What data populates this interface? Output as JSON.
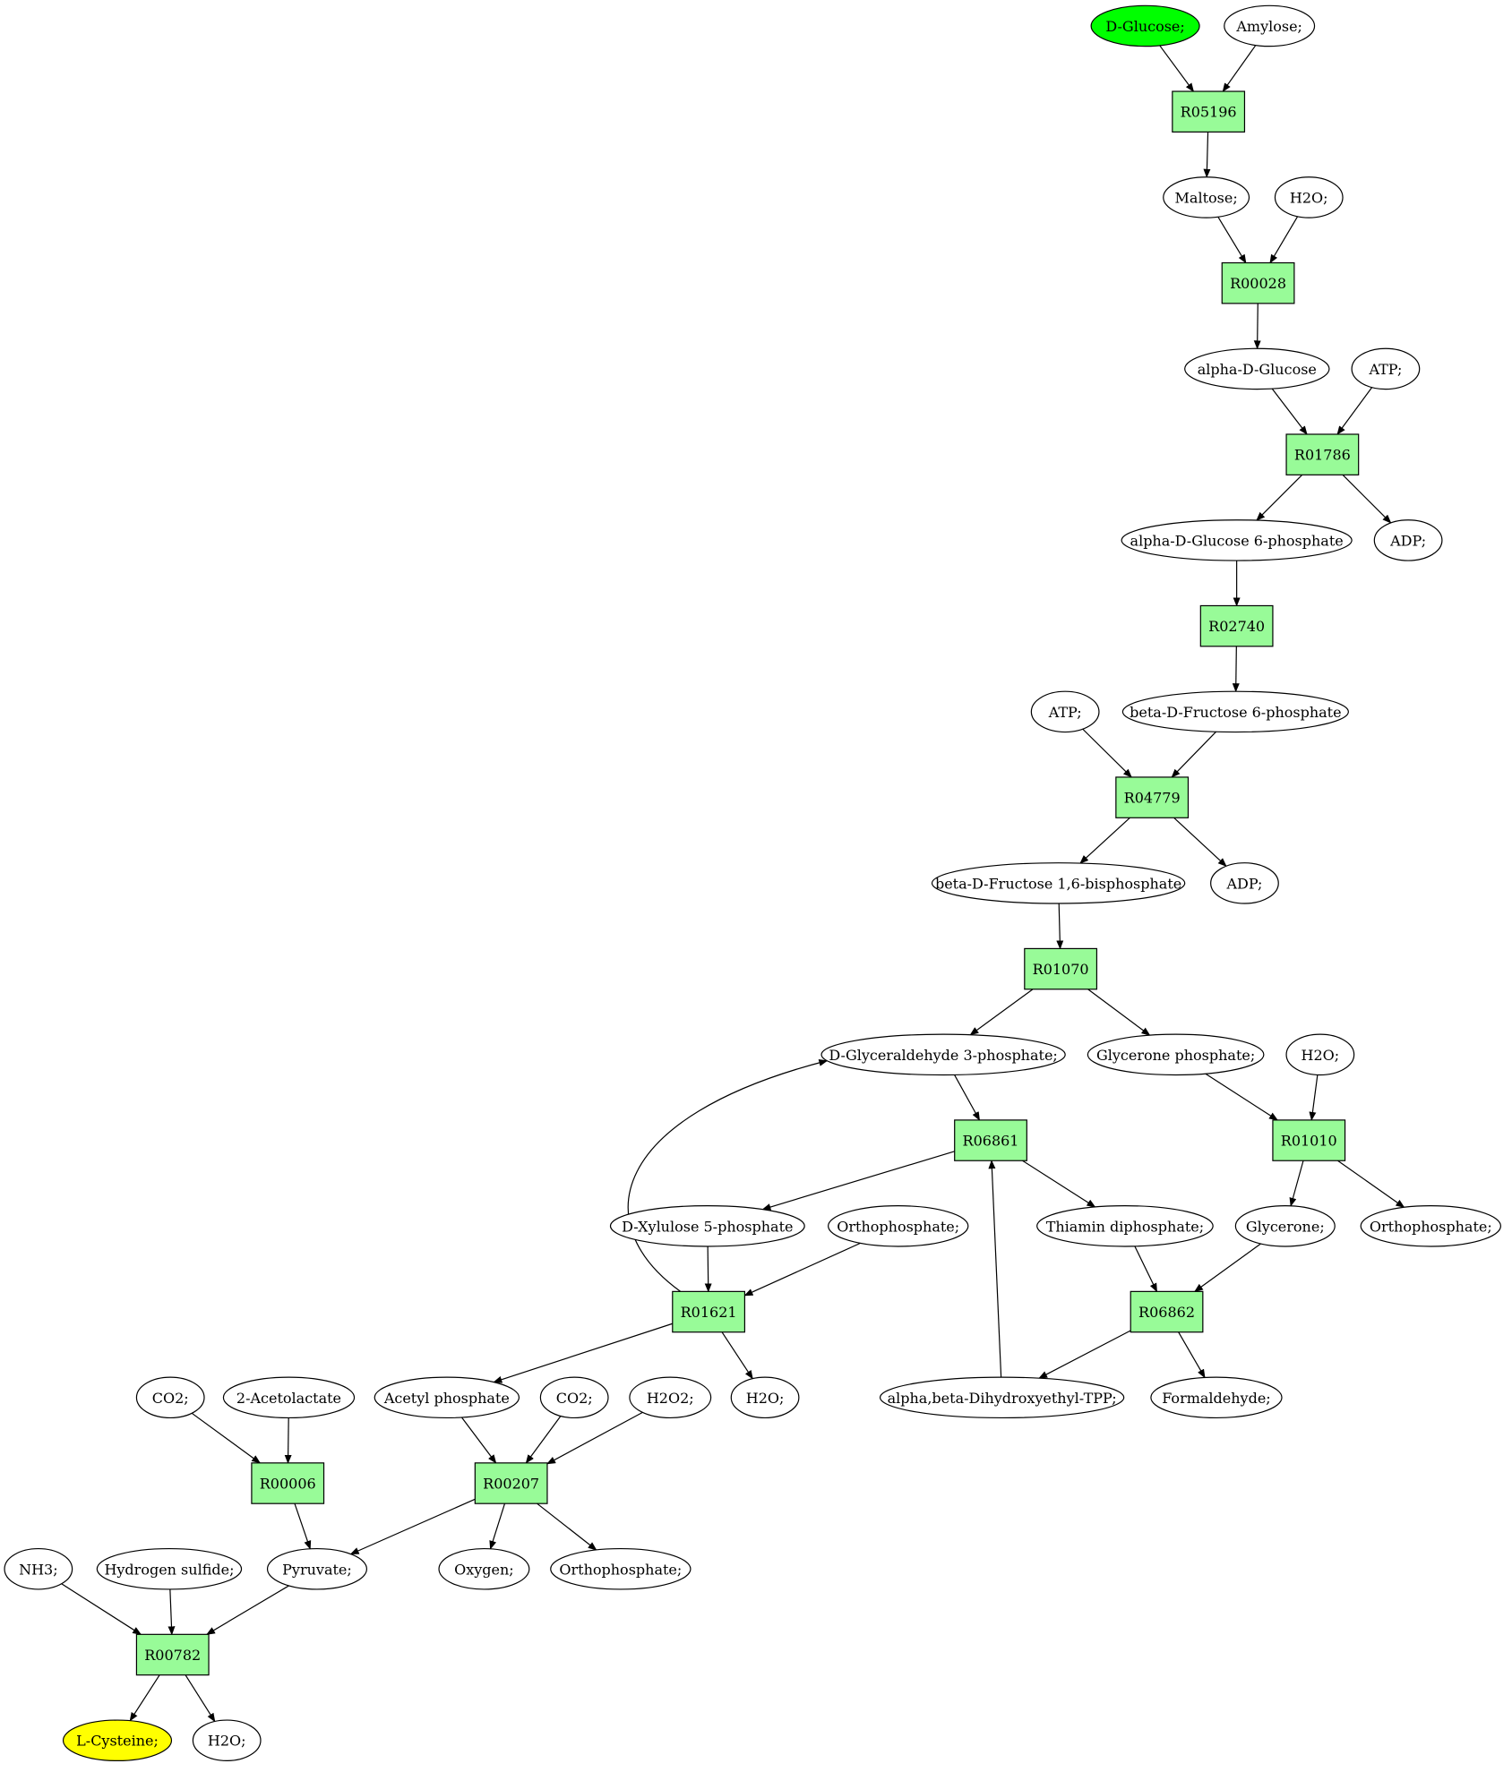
{
  "colors": {
    "reaction_fill": "#98fb98",
    "default_node_fill": "#ffffff",
    "start_node_fill": "#00ff00",
    "end_node_fill": "#ffff00",
    "line": "#000000"
  },
  "nodes": [
    {
      "id": "dglucose",
      "label": "D-Glucose;",
      "kind": "compound",
      "role": "start"
    },
    {
      "id": "amylose",
      "label": "Amylose;",
      "kind": "compound"
    },
    {
      "id": "R05196",
      "label": "R05196",
      "kind": "reaction"
    },
    {
      "id": "maltose",
      "label": "Maltose;",
      "kind": "compound"
    },
    {
      "id": "h2o_1",
      "label": "H2O;",
      "kind": "compound"
    },
    {
      "id": "R00028",
      "label": "R00028",
      "kind": "reaction"
    },
    {
      "id": "adglucose",
      "label": "alpha-D-Glucose",
      "kind": "compound"
    },
    {
      "id": "atp_1",
      "label": "ATP;",
      "kind": "compound"
    },
    {
      "id": "R01786",
      "label": "R01786",
      "kind": "reaction"
    },
    {
      "id": "ag6p",
      "label": "alpha-D-Glucose 6-phosphate",
      "kind": "compound"
    },
    {
      "id": "adp_1",
      "label": "ADP;",
      "kind": "compound"
    },
    {
      "id": "R02740",
      "label": "R02740",
      "kind": "reaction"
    },
    {
      "id": "atp_2",
      "label": "ATP;",
      "kind": "compound"
    },
    {
      "id": "bf6p",
      "label": "beta-D-Fructose 6-phosphate",
      "kind": "compound"
    },
    {
      "id": "R04779",
      "label": "R04779",
      "kind": "reaction"
    },
    {
      "id": "bf16bp",
      "label": "beta-D-Fructose 1,6-bisphosphate",
      "kind": "compound"
    },
    {
      "id": "adp_2",
      "label": "ADP;",
      "kind": "compound"
    },
    {
      "id": "R01070",
      "label": "R01070",
      "kind": "reaction"
    },
    {
      "id": "g3p",
      "label": "D-Glyceraldehyde 3-phosphate;",
      "kind": "compound"
    },
    {
      "id": "dhap",
      "label": "Glycerone phosphate;",
      "kind": "compound"
    },
    {
      "id": "h2o_2",
      "label": "H2O;",
      "kind": "compound"
    },
    {
      "id": "R06861",
      "label": "R06861",
      "kind": "reaction"
    },
    {
      "id": "R01010",
      "label": "R01010",
      "kind": "reaction"
    },
    {
      "id": "x5p",
      "label": "D-Xylulose 5-phosphate",
      "kind": "compound"
    },
    {
      "id": "pi_1",
      "label": "Orthophosphate;",
      "kind": "compound"
    },
    {
      "id": "tpp",
      "label": "Thiamin diphosphate;",
      "kind": "compound"
    },
    {
      "id": "glycerone",
      "label": "Glycerone;",
      "kind": "compound"
    },
    {
      "id": "pi_2",
      "label": "Orthophosphate;",
      "kind": "compound"
    },
    {
      "id": "R01621",
      "label": "R01621",
      "kind": "reaction"
    },
    {
      "id": "R06862",
      "label": "R06862",
      "kind": "reaction"
    },
    {
      "id": "co2_1",
      "label": "CO2;",
      "kind": "compound"
    },
    {
      "id": "acetolactate",
      "label": "2-Acetolactate",
      "kind": "compound"
    },
    {
      "id": "acetylp",
      "label": "Acetyl phosphate",
      "kind": "compound"
    },
    {
      "id": "co2_2",
      "label": "CO2;",
      "kind": "compound"
    },
    {
      "id": "h2o2",
      "label": "H2O2;",
      "kind": "compound"
    },
    {
      "id": "h2o_3",
      "label": "H2O;",
      "kind": "compound"
    },
    {
      "id": "dhe_tpp",
      "label": "alpha,beta-Dihydroxyethyl-TPP;",
      "kind": "compound"
    },
    {
      "id": "formaldehyde",
      "label": "Formaldehyde;",
      "kind": "compound"
    },
    {
      "id": "R00006",
      "label": "R00006",
      "kind": "reaction"
    },
    {
      "id": "R00207",
      "label": "R00207",
      "kind": "reaction"
    },
    {
      "id": "nh3",
      "label": "NH3;",
      "kind": "compound"
    },
    {
      "id": "h2s",
      "label": "Hydrogen sulfide;",
      "kind": "compound"
    },
    {
      "id": "pyruvate",
      "label": "Pyruvate;",
      "kind": "compound"
    },
    {
      "id": "oxygen",
      "label": "Oxygen;",
      "kind": "compound"
    },
    {
      "id": "pi_3",
      "label": "Orthophosphate;",
      "kind": "compound"
    },
    {
      "id": "R00782",
      "label": "R00782",
      "kind": "reaction"
    },
    {
      "id": "lcysteine",
      "label": "L-Cysteine;",
      "kind": "compound",
      "role": "end"
    },
    {
      "id": "h2o_4",
      "label": "H2O;",
      "kind": "compound"
    }
  ],
  "edges": [
    {
      "from": "dglucose",
      "to": "R05196"
    },
    {
      "from": "amylose",
      "to": "R05196"
    },
    {
      "from": "R05196",
      "to": "maltose"
    },
    {
      "from": "maltose",
      "to": "R00028"
    },
    {
      "from": "h2o_1",
      "to": "R00028"
    },
    {
      "from": "R00028",
      "to": "adglucose"
    },
    {
      "from": "adglucose",
      "to": "R01786"
    },
    {
      "from": "atp_1",
      "to": "R01786"
    },
    {
      "from": "R01786",
      "to": "ag6p"
    },
    {
      "from": "R01786",
      "to": "adp_1"
    },
    {
      "from": "ag6p",
      "to": "R02740"
    },
    {
      "from": "R02740",
      "to": "bf6p"
    },
    {
      "from": "atp_2",
      "to": "R04779"
    },
    {
      "from": "bf6p",
      "to": "R04779"
    },
    {
      "from": "R04779",
      "to": "bf16bp"
    },
    {
      "from": "R04779",
      "to": "adp_2"
    },
    {
      "from": "bf16bp",
      "to": "R01070"
    },
    {
      "from": "R01070",
      "to": "g3p"
    },
    {
      "from": "R01070",
      "to": "dhap"
    },
    {
      "from": "g3p",
      "to": "R06861"
    },
    {
      "from": "dhap",
      "to": "R01010"
    },
    {
      "from": "h2o_2",
      "to": "R01010"
    },
    {
      "from": "R06861",
      "to": "x5p"
    },
    {
      "from": "R06861",
      "to": "tpp"
    },
    {
      "from": "R01010",
      "to": "glycerone"
    },
    {
      "from": "R01010",
      "to": "pi_2"
    },
    {
      "from": "x5p",
      "to": "R01621"
    },
    {
      "from": "pi_1",
      "to": "R01621"
    },
    {
      "from": "R01621",
      "to": "g3p",
      "curved": true
    },
    {
      "from": "tpp",
      "to": "R06862"
    },
    {
      "from": "glycerone",
      "to": "R06862"
    },
    {
      "from": "R01621",
      "to": "acetylp"
    },
    {
      "from": "R01621",
      "to": "h2o_3"
    },
    {
      "from": "R06862",
      "to": "dhe_tpp"
    },
    {
      "from": "R06862",
      "to": "formaldehyde"
    },
    {
      "from": "dhe_tpp",
      "to": "R06861"
    },
    {
      "from": "co2_1",
      "to": "R00006"
    },
    {
      "from": "acetolactate",
      "to": "R00006"
    },
    {
      "from": "acetylp",
      "to": "R00207"
    },
    {
      "from": "co2_2",
      "to": "R00207"
    },
    {
      "from": "h2o2",
      "to": "R00207"
    },
    {
      "from": "R00006",
      "to": "pyruvate"
    },
    {
      "from": "R00207",
      "to": "pyruvate"
    },
    {
      "from": "R00207",
      "to": "oxygen"
    },
    {
      "from": "R00207",
      "to": "pi_3"
    },
    {
      "from": "nh3",
      "to": "R00782"
    },
    {
      "from": "h2s",
      "to": "R00782"
    },
    {
      "from": "pyruvate",
      "to": "R00782"
    },
    {
      "from": "R00782",
      "to": "lcysteine"
    },
    {
      "from": "R00782",
      "to": "h2o_4"
    }
  ]
}
